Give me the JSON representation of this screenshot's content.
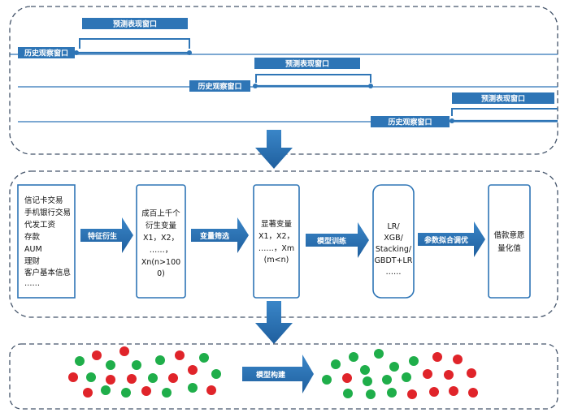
{
  "colors": {
    "accent": "#2e75b6",
    "panel_border": "#44546a",
    "dot_red": "#e0242a",
    "dot_green": "#1fae4a"
  },
  "windows": {
    "forecast_label": "预测表现窗口",
    "history_label": "历史观察窗口"
  },
  "pipeline": {
    "source_box": [
      "信记卡交易",
      "手机银行交易",
      "代发工资",
      "存款",
      "AUM",
      "理财",
      "客户基本信息",
      "……"
    ],
    "step1_arrow": "特征衍生",
    "features_box": [
      "成百上千个",
      "衍生变量",
      "X1，X2，",
      "……，",
      "Xn(n>100",
      "0)"
    ],
    "step2_arrow": "变量筛选",
    "selected_box": [
      "显著变量",
      "X1，X2，",
      "……，Xm",
      "(m<n)"
    ],
    "step3_arrow": "模型训练",
    "models_box": [
      "LR/",
      "XGB/",
      "Stacking/",
      "GBDT+LR",
      "……"
    ],
    "step4_arrow": "参数拟合调优",
    "output_box": [
      "借款意愿",
      "量化值"
    ]
  },
  "bottom": {
    "arrow_label": "模型构建"
  }
}
